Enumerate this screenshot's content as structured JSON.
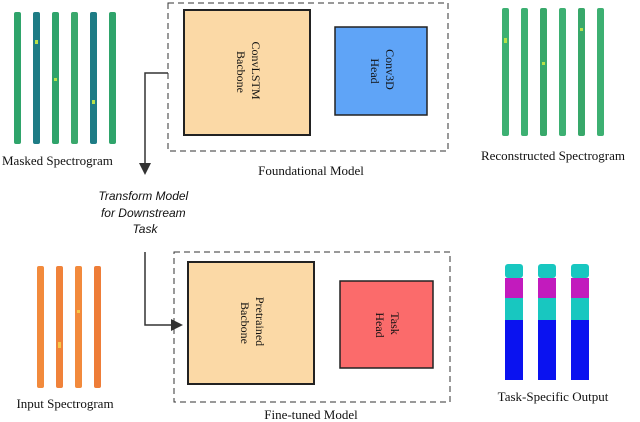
{
  "foundational": {
    "title": "Foundational Model",
    "backbone_line1": "ConvLSTM",
    "backbone_line2": "Bacbone",
    "head_line1": "Conv3D",
    "head_line2": "Head"
  },
  "finetuned": {
    "title": "Fine-tuned Model",
    "backbone_line1": "Pretrained",
    "backbone_line2": "Bacbone",
    "head_line1": "Task",
    "head_line2": "Head"
  },
  "transform": {
    "line1": "Transform Model",
    "line2": "for Downstream",
    "line3": "Task"
  },
  "spectrograms": {
    "masked_label": "Masked Spectrogram",
    "reconstructed_label": "Reconstructed Spectrogram",
    "input_label": "Input Spectrogram",
    "output_label": "Task-Specific Output"
  },
  "colors": {
    "backbone_fill": "#fbd9a6",
    "conv3d_head_fill": "#5fa4f7",
    "task_head_fill": "#fb6b6b",
    "masked_green": "#2fa46b",
    "masked_teal": "#1e7c85",
    "reconstructed_green": "#3db072",
    "input_orange": "#f28a3c",
    "output_cyan": "#18c7c0",
    "output_magenta": "#c21bbd",
    "output_blue": "#0a12f0"
  }
}
